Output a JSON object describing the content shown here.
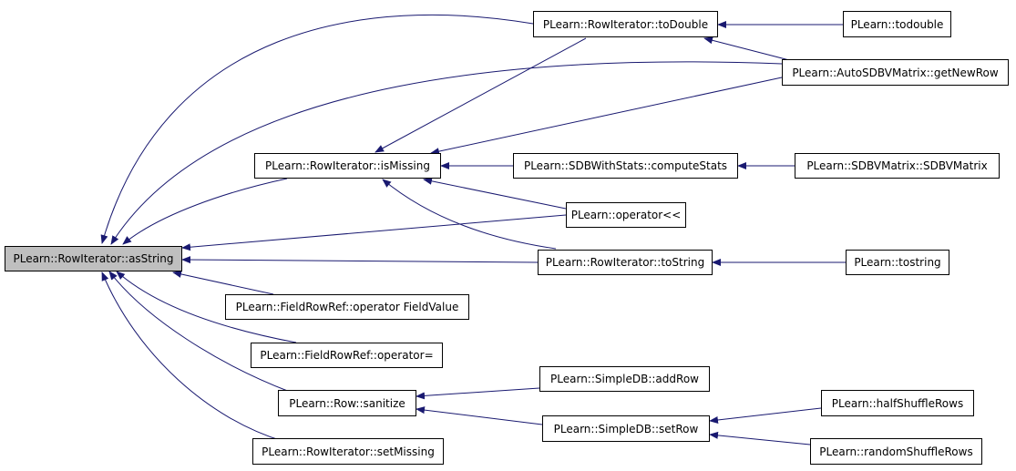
{
  "colors": {
    "edge": "#191970",
    "root_fill": "#bfbfbf",
    "node_fill": "#ffffff",
    "node_border": "#000000"
  },
  "nodes": {
    "asString": "PLearn::RowIterator::asString",
    "toDouble": "PLearn::RowIterator::toDouble",
    "todouble": "PLearn::todouble",
    "getNewRow": "PLearn::AutoSDBVMatrix::getNewRow",
    "isMissing": "PLearn::RowIterator::isMissing",
    "computeStats": "PLearn::SDBWithStats::computeStats",
    "sdbvMatrix": "PLearn::SDBVMatrix::SDBVMatrix",
    "operatorOut": "PLearn::operator<<",
    "toString": "PLearn::RowIterator::toString",
    "tostring": "PLearn::tostring",
    "fieldValueOp": "PLearn::FieldRowRef::operator FieldValue",
    "fieldAssignOp": "PLearn::FieldRowRef::operator=",
    "sanitize": "PLearn::Row::sanitize",
    "addRow": "PLearn::SimpleDB::addRow",
    "setRow": "PLearn::SimpleDB::setRow",
    "halfShuffleRows": "PLearn::halfShuffleRows",
    "randomShuffleRows": "PLearn::randomShuffleRows",
    "setMissing": "PLearn::RowIterator::setMissing"
  }
}
